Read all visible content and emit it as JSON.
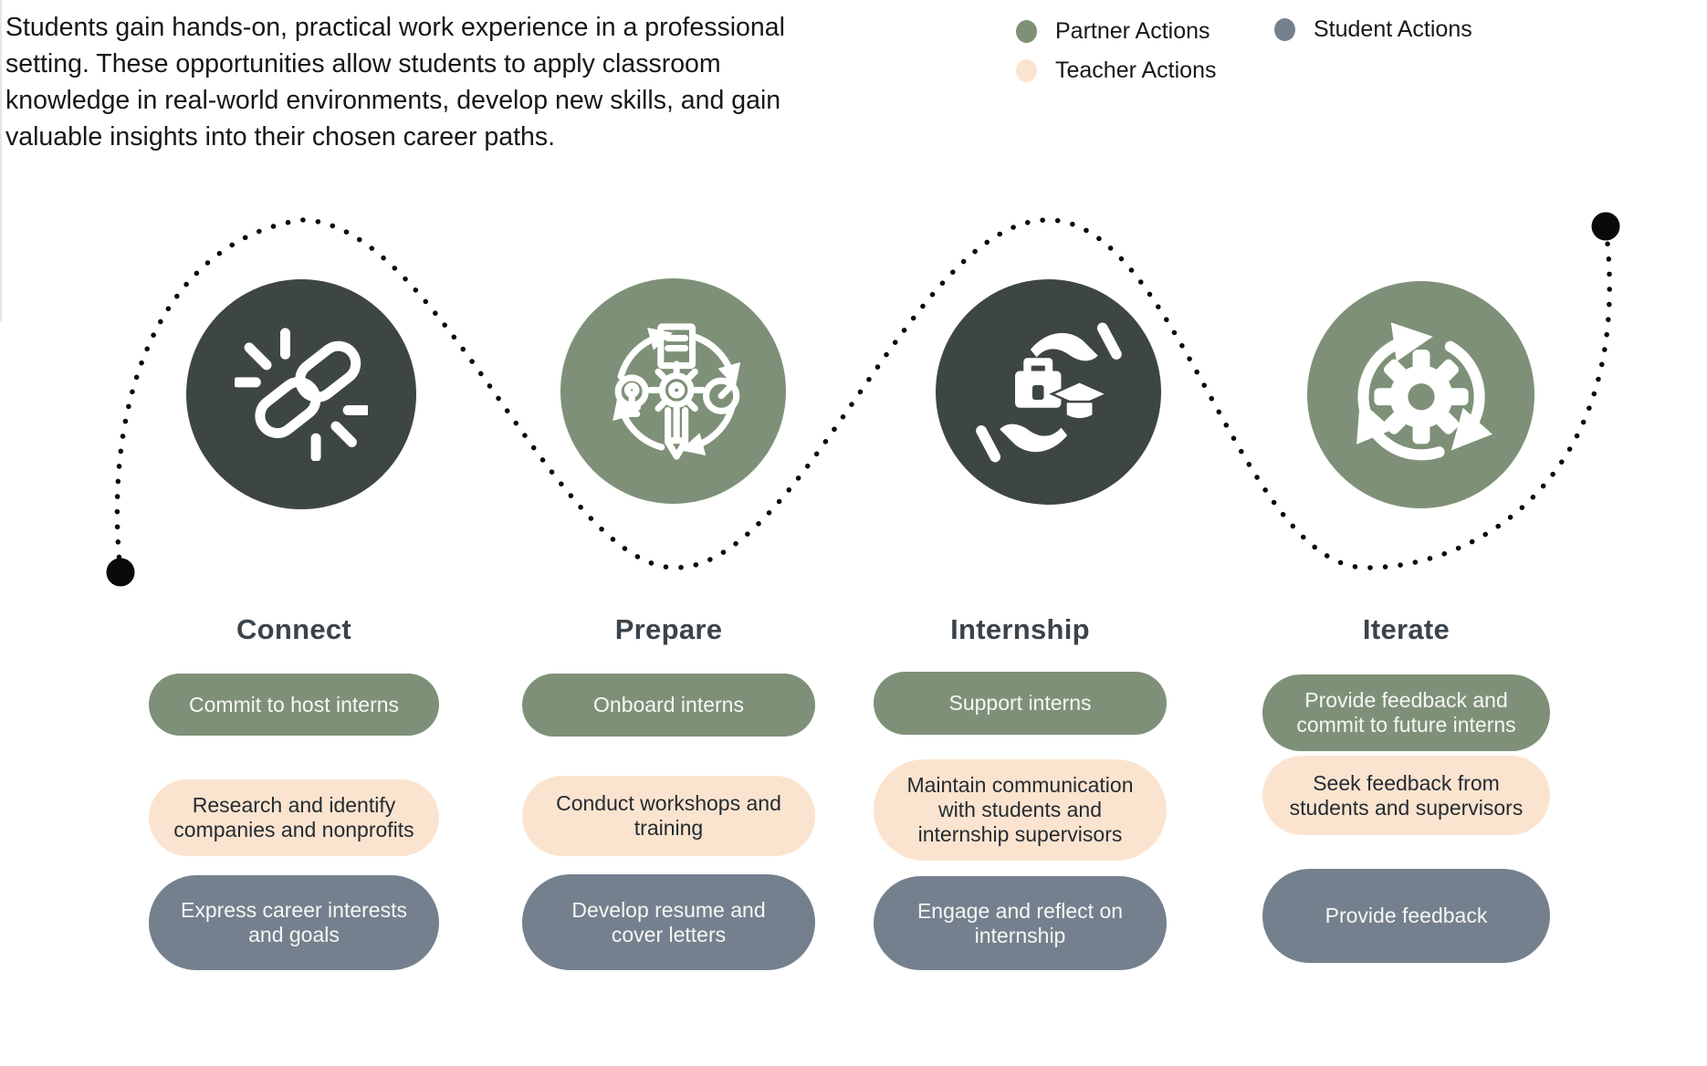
{
  "theme": {
    "sage": "#7e9178",
    "dark": "#3e4643",
    "peach": "#fbe4cf",
    "slate": "#75808e",
    "heading": "#3a444c",
    "ink": "#15181b",
    "line": "#0a0a0a",
    "pillLight": "#f6f7f4",
    "pillDark": "#242b33"
  },
  "intro": {
    "lines": [
      "Students gain hands-on, practical work experience in a professional",
      "setting. These opportunities allow students to apply classroom",
      "knowledge in real-world environments, develop new skills, and gain",
      "valuable insights into their chosen career paths."
    ]
  },
  "legend": {
    "items": [
      {
        "id": "partner",
        "label": "Partner Actions"
      },
      {
        "id": "teacher",
        "label": "Teacher Actions"
      },
      {
        "id": "student",
        "label": "Student Actions"
      }
    ]
  },
  "stages": [
    {
      "title": "Connect",
      "icon": "chain-link-icon",
      "actions": [
        {
          "actor": "partner",
          "label": "Commit to host interns"
        },
        {
          "actor": "teacher",
          "label": "Research and identify companies and nonprofits"
        },
        {
          "actor": "student",
          "label": "Express career interests and goals"
        }
      ]
    },
    {
      "title": "Prepare",
      "icon": "planning-icon",
      "actions": [
        {
          "actor": "partner",
          "label": "Onboard interns"
        },
        {
          "actor": "teacher",
          "label": "Conduct workshops and training"
        },
        {
          "actor": "student",
          "label": "Develop resume and cover letters"
        }
      ]
    },
    {
      "title": "Internship",
      "icon": "briefcase-hands-icon",
      "actions": [
        {
          "actor": "partner",
          "label": "Support interns"
        },
        {
          "actor": "teacher",
          "label": "Maintain communication with students and internship supervisors"
        },
        {
          "actor": "student",
          "label": "Engage and reflect on internship"
        }
      ]
    },
    {
      "title": "Iterate",
      "icon": "process-arrows-icon",
      "actions": [
        {
          "actor": "partner",
          "label": "Provide feedback and commit to future interns"
        },
        {
          "actor": "teacher",
          "label": "Seek feedback from students and supervisors"
        },
        {
          "actor": "student",
          "label": "Provide feedback"
        }
      ]
    }
  ]
}
